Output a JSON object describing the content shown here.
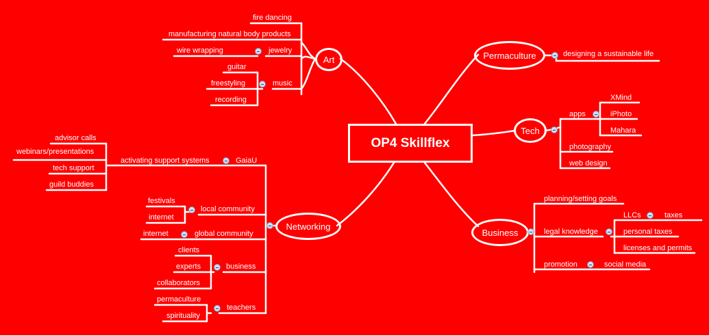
{
  "root": {
    "label": "OP4 Skillflex"
  },
  "art": {
    "label": "Art",
    "fire_dancing": "fire dancing",
    "manufacturing": "manufacturing natural body products",
    "jewelry": "jewelry",
    "wire_wrapping": "wire wrapping",
    "music": "music",
    "guitar": "guitar",
    "freestyling": "freestyling",
    "recording": "recording"
  },
  "permaculture": {
    "label": "Permaculture",
    "designing": "designing a sustainable life"
  },
  "tech": {
    "label": "Tech",
    "apps": "apps",
    "xmind": "XMind",
    "iphoto": "iPhoto",
    "mahara": "Mahara",
    "photography": "photography",
    "web_design": "web design"
  },
  "business": {
    "label": "Business",
    "planning": "planning/setting goals",
    "legal": "legal knowledge",
    "llcs": "LLCs",
    "taxes": "taxes",
    "personal_taxes": "personal taxes",
    "licenses": "licenses and permits",
    "promotion": "promotion",
    "social_media": "social media"
  },
  "networking": {
    "label": "Networking",
    "gaiau": "GaiaU",
    "activating": "activating support systems",
    "advisor_calls": "advisor calls",
    "webinars": "webinars/presentations",
    "tech_support": "tech support",
    "guild_buddies": "guild buddies",
    "local_community": "local community",
    "festivals": "festivals",
    "internet_local": "internet",
    "global_community": "global community",
    "internet_global": "internet",
    "business": "business",
    "clients": "clients",
    "experts": "experts",
    "collaborators": "collaborators",
    "teachers": "teachers",
    "permaculture": "permaculture",
    "spirituality": "spirituality"
  }
}
